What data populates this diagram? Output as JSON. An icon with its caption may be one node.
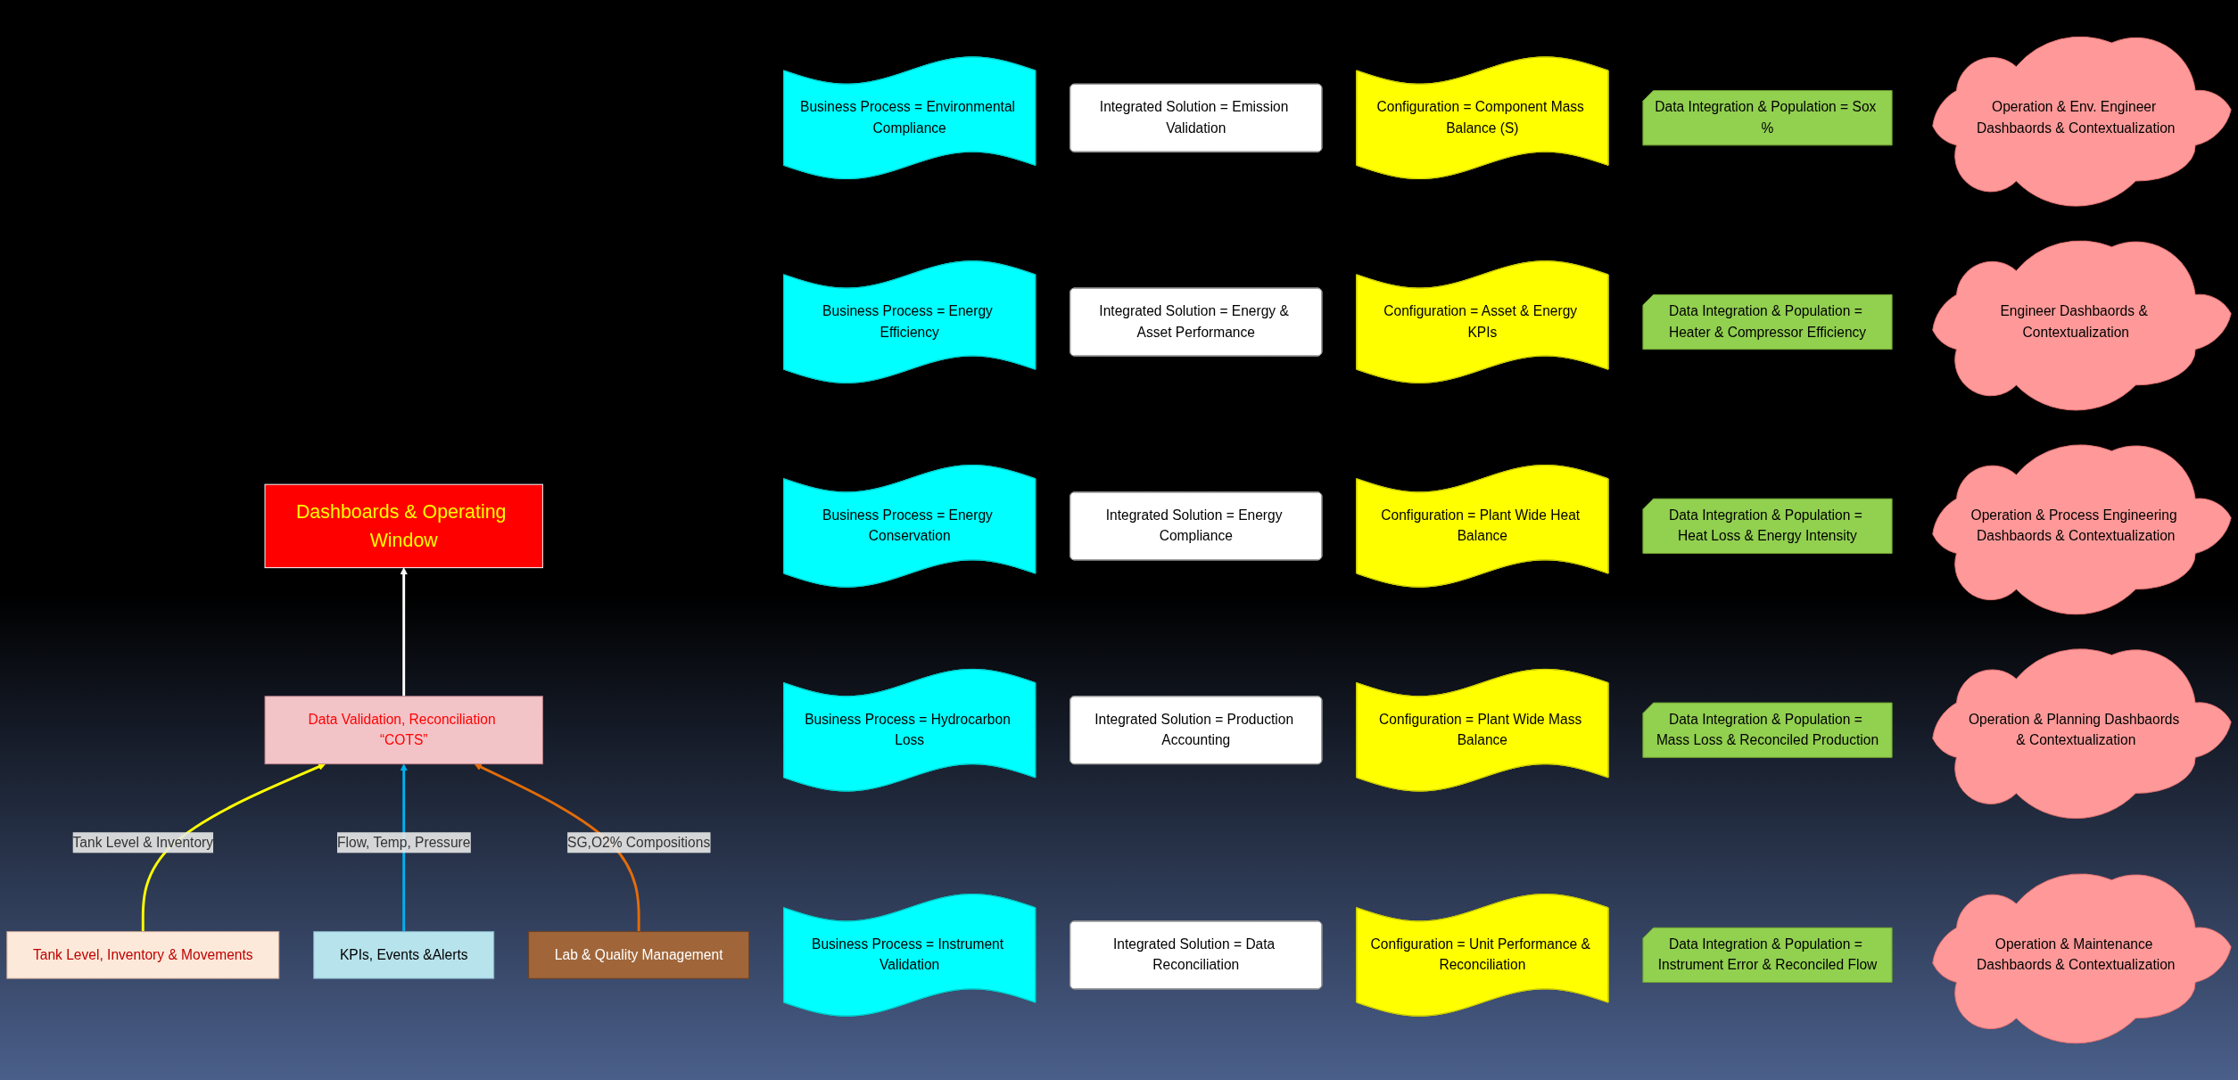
{
  "diagram": {
    "nodes": [
      {
        "text": [
          "Dashboards & Operating Window"
        ]
      },
      {
        "text": [
          "Business Process = Environmental Compliance"
        ]
      },
      {
        "text": [
          "Business Process = Energy Efficiency"
        ]
      },
      {
        "text": [
          "Business Process = Energy Conservation"
        ]
      },
      {
        "text": [
          "Business Process = Hydrocarbon Loss"
        ]
      },
      {
        "text": [
          "Business Process = Instrument Validation"
        ]
      },
      {
        "text": [
          "Integrated Solution = Emission Validation"
        ]
      },
      {
        "text": [
          "Integrated Solution = Energy & Asset Performance"
        ]
      },
      {
        "text": [
          "Integrated Solution = Energy Compliance"
        ]
      },
      {
        "text": [
          "Integrated Solution = Production Accounting"
        ]
      },
      {
        "text": [
          "Integrated Solution = Data Reconciliation"
        ]
      },
      {
        "text": [
          "Configuration = Component Mass Balance (S)"
        ]
      },
      {
        "text": [
          "Configuration = Asset & Energy KPIs"
        ]
      },
      {
        "text": [
          "Configuration = Plant Wide Heat Balance"
        ]
      },
      {
        "text": [
          "Configuration = Plant Wide Mass Balance"
        ]
      },
      {
        "text": [
          "Configuration = Unit Performance & Reconciliation"
        ]
      },
      {
        "text": [
          "Data Integration & Population = Sox %"
        ]
      },
      {
        "text": [
          "Data Integration & Population = Heater & Compressor Efficiency"
        ]
      },
      {
        "text": [
          "Data Integration & Population = Heat Loss & Energy Intensity"
        ]
      },
      {
        "text": [
          "Data Integration & Population = Mass Loss & Reconciled Production"
        ]
      },
      {
        "text": [
          "Data Integration & Population = Instrument Error & Reconciled Flow"
        ]
      },
      {
        "text": [
          "Operation & Env. Engineer Dashbaords & Contextualization"
        ]
      },
      {
        "text": [
          "Engineer Dashbaords & Contextualization"
        ]
      },
      {
        "text": [
          "Operation & Process Engineering Dashbaords & Contextualization"
        ]
      },
      {
        "text": [
          "Operation & Planning Dashbaords & Contextualization"
        ]
      },
      {
        "text": [
          "Operation & Maintenance Dashbaords & Contextualization"
        ]
      },
      {
        "text": [
          "Data Validation, Reconciliation “COTS”"
        ]
      },
      {
        "text": [
          "Tank Level, Inventory & Movements"
        ]
      },
      {
        "text": [
          "KPIs, Events &Alerts"
        ]
      },
      {
        "text": [
          "Lab & Quality Management"
        ]
      }
    ],
    "edges": [
      {
        "from": 26,
        "to": 0,
        "arrow": "to",
        "color": "#ffffff"
      },
      {
        "from": 27,
        "to": 26,
        "arrow": "to",
        "label": "Tank Level & Inventory",
        "color": "#ffff00"
      },
      {
        "from": 28,
        "to": 26,
        "arrow": "to",
        "label": "Flow, Temp, Pressure",
        "color": "#00b0f0"
      },
      {
        "from": 29,
        "to": 26,
        "arrow": "to",
        "label": "SG,O2% Compositions",
        "color": "#e36c09"
      }
    ]
  }
}
